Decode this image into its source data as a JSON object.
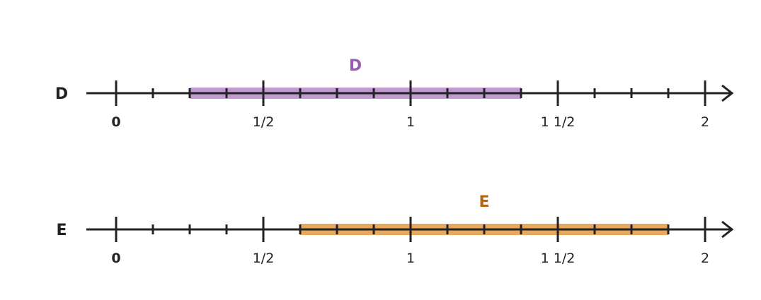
{
  "number_lines": [
    {
      "row_label": "D",
      "segment_label": "D",
      "segment_color": "#c39bd3",
      "label_color": "#9b59b6",
      "segment_start": 0.25,
      "segment_end": 1.375,
      "tick_labels": [
        "0",
        "1/2",
        "1",
        "1 1/2",
        "2"
      ]
    },
    {
      "row_label": "E",
      "segment_label": "E",
      "segment_color": "#e8a75a",
      "label_color": "#b9640f",
      "segment_start": 0.625,
      "segment_end": 1.875,
      "tick_labels": [
        "0",
        "1/2",
        "1",
        "1 1/2",
        "2"
      ]
    }
  ],
  "axis": {
    "min": 0,
    "max": 2,
    "minor_step": 0.125,
    "major_step": 0.5
  },
  "axis_color": "#222222"
}
